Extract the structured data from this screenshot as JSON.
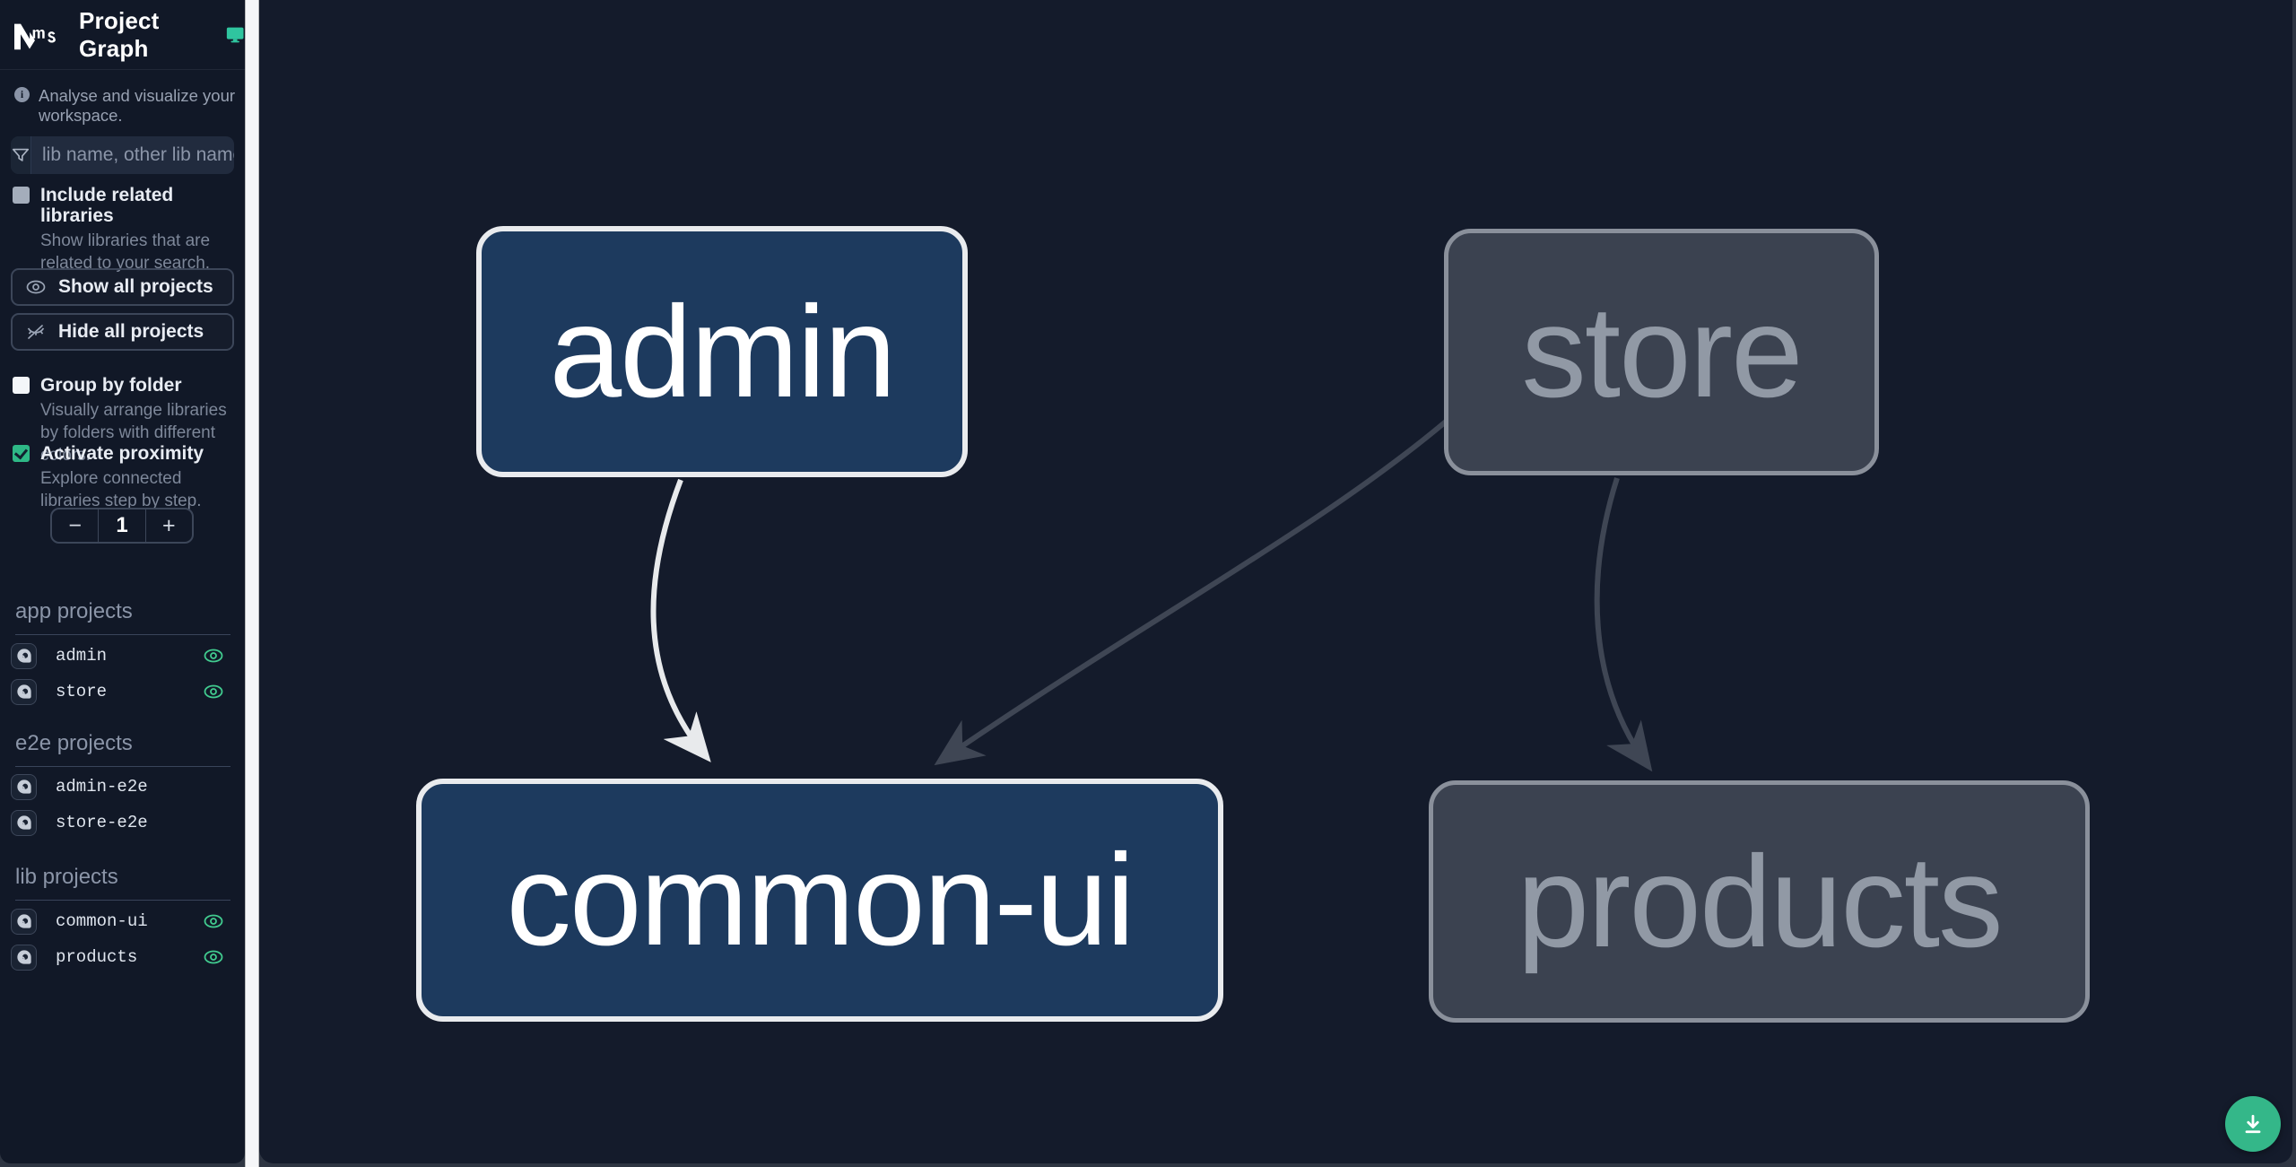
{
  "app": {
    "title": "Project Graph",
    "subtitle": "Analyse and visualize your workspace."
  },
  "search": {
    "placeholder": "lib name, other lib name",
    "value": ""
  },
  "options": {
    "include_related": {
      "label": "Include related libraries",
      "description": "Show libraries that are related to your search.",
      "checked": false
    },
    "group_by_folder": {
      "label": "Group by folder",
      "description": "Visually arrange libraries by folders with different colors.",
      "checked": false
    },
    "activate_proximity": {
      "label": "Activate proximity",
      "description": "Explore connected libraries step by step.",
      "checked": true
    }
  },
  "toolbar": {
    "show_all_label": "Show all projects",
    "hide_all_label": "Hide all projects"
  },
  "stepper": {
    "decrement": "−",
    "value": "1",
    "increment": "+"
  },
  "sections": [
    {
      "title": "app projects",
      "items": [
        {
          "name": "admin",
          "visible": true
        },
        {
          "name": "store",
          "visible": true
        }
      ]
    },
    {
      "title": "e2e projects",
      "items": [
        {
          "name": "admin-e2e",
          "visible": false
        },
        {
          "name": "store-e2e",
          "visible": false
        }
      ]
    },
    {
      "title": "lib projects",
      "items": [
        {
          "name": "common-ui",
          "visible": true
        },
        {
          "name": "products",
          "visible": true
        }
      ]
    }
  ],
  "graph": {
    "nodes": [
      {
        "label": "admin",
        "state": "focused"
      },
      {
        "label": "store",
        "state": "muted"
      },
      {
        "label": "common-ui",
        "state": "focused"
      },
      {
        "label": "products",
        "state": "muted"
      }
    ],
    "edges": [
      {
        "source": "admin",
        "target": "common-ui",
        "state": "focused"
      },
      {
        "source": "store",
        "target": "common-ui",
        "state": "muted"
      },
      {
        "source": "store",
        "target": "products",
        "state": "muted"
      }
    ]
  },
  "fab": {
    "icon": "download"
  },
  "colors": {
    "accent_teal": "#34b789",
    "eye_teal": "#41cb8f",
    "node_focused_fill": "#1d3a5e",
    "node_focused_border": "#e9ebee",
    "node_muted_fill": "#3b4250",
    "node_muted_border": "#8a909b",
    "edge_focused": "#e8eaec",
    "edge_muted": "#3f4654",
    "sidebar_bg": "#111827",
    "canvas_bg": "#141b2b",
    "gap_bg": "#f5f6f8"
  }
}
